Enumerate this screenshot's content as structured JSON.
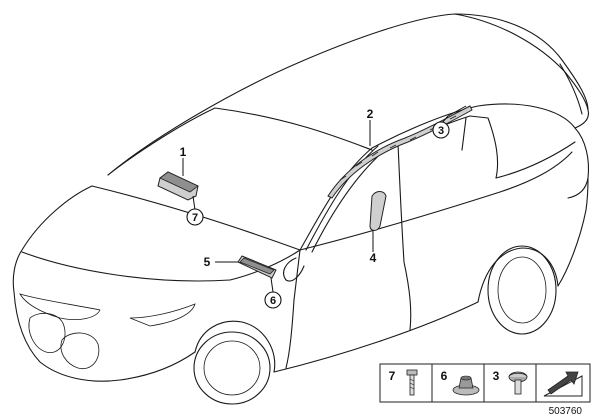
{
  "callouts": [
    {
      "id": "callout-1",
      "number": "1",
      "circled": false
    },
    {
      "id": "callout-2",
      "number": "2",
      "circled": false
    },
    {
      "id": "callout-3",
      "number": "3",
      "circled": true
    },
    {
      "id": "callout-4",
      "number": "4",
      "circled": false
    },
    {
      "id": "callout-5",
      "number": "5",
      "circled": false
    },
    {
      "id": "callout-6",
      "number": "6",
      "circled": true
    },
    {
      "id": "callout-7",
      "number": "7",
      "circled": true
    }
  ],
  "legend": {
    "items": [
      {
        "number": "7",
        "part_icon": "screw-icon"
      },
      {
        "number": "6",
        "part_icon": "hex-nut-icon"
      },
      {
        "number": "3",
        "part_icon": "round-head-screw-icon"
      }
    ],
    "direction_icon": "direction-arrow-icon"
  },
  "image_number": "503760"
}
